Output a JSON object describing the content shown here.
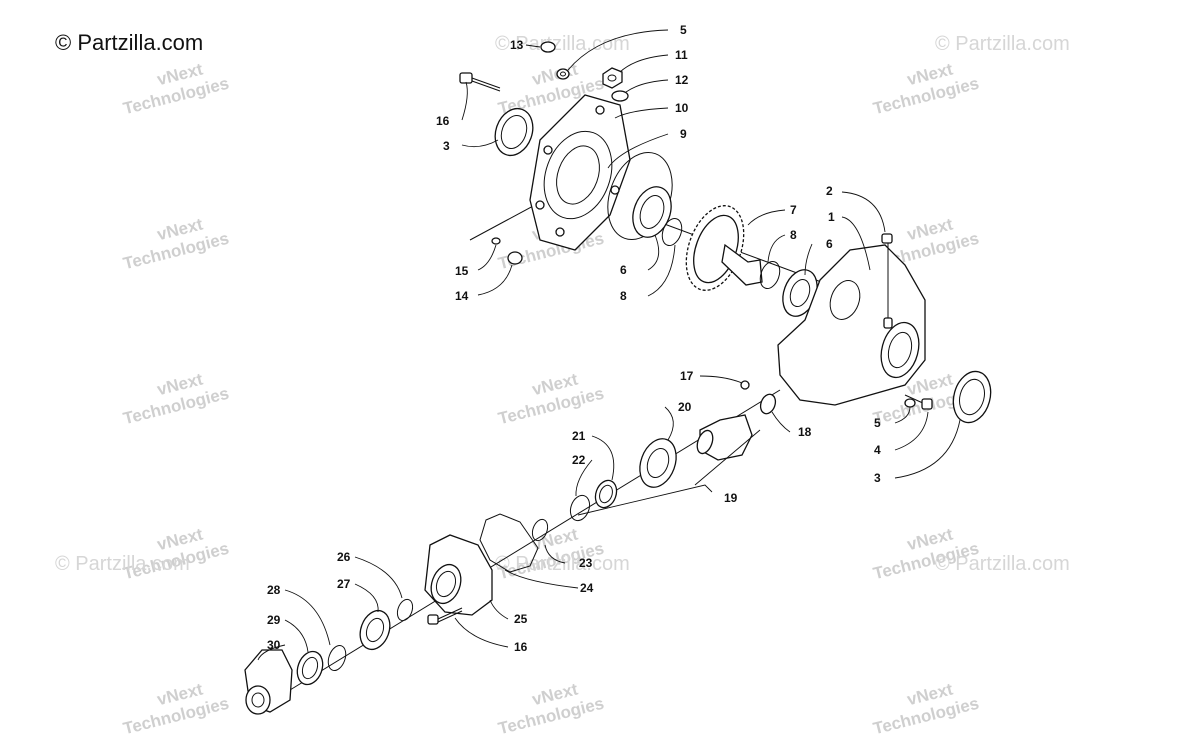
{
  "copyright": "© Partzilla.com",
  "watermark": {
    "brand_line1": "vNext",
    "brand_line2": "Technologies",
    "site": "© Partzilla.com"
  },
  "callouts": [
    "1",
    "2",
    "3",
    "4",
    "5",
    "6",
    "7",
    "8",
    "9",
    "10",
    "11",
    "12",
    "13",
    "14",
    "15",
    "16",
    "17",
    "18",
    "19",
    "20",
    "21",
    "22",
    "23",
    "24",
    "25",
    "26",
    "27",
    "28",
    "29",
    "30"
  ]
}
